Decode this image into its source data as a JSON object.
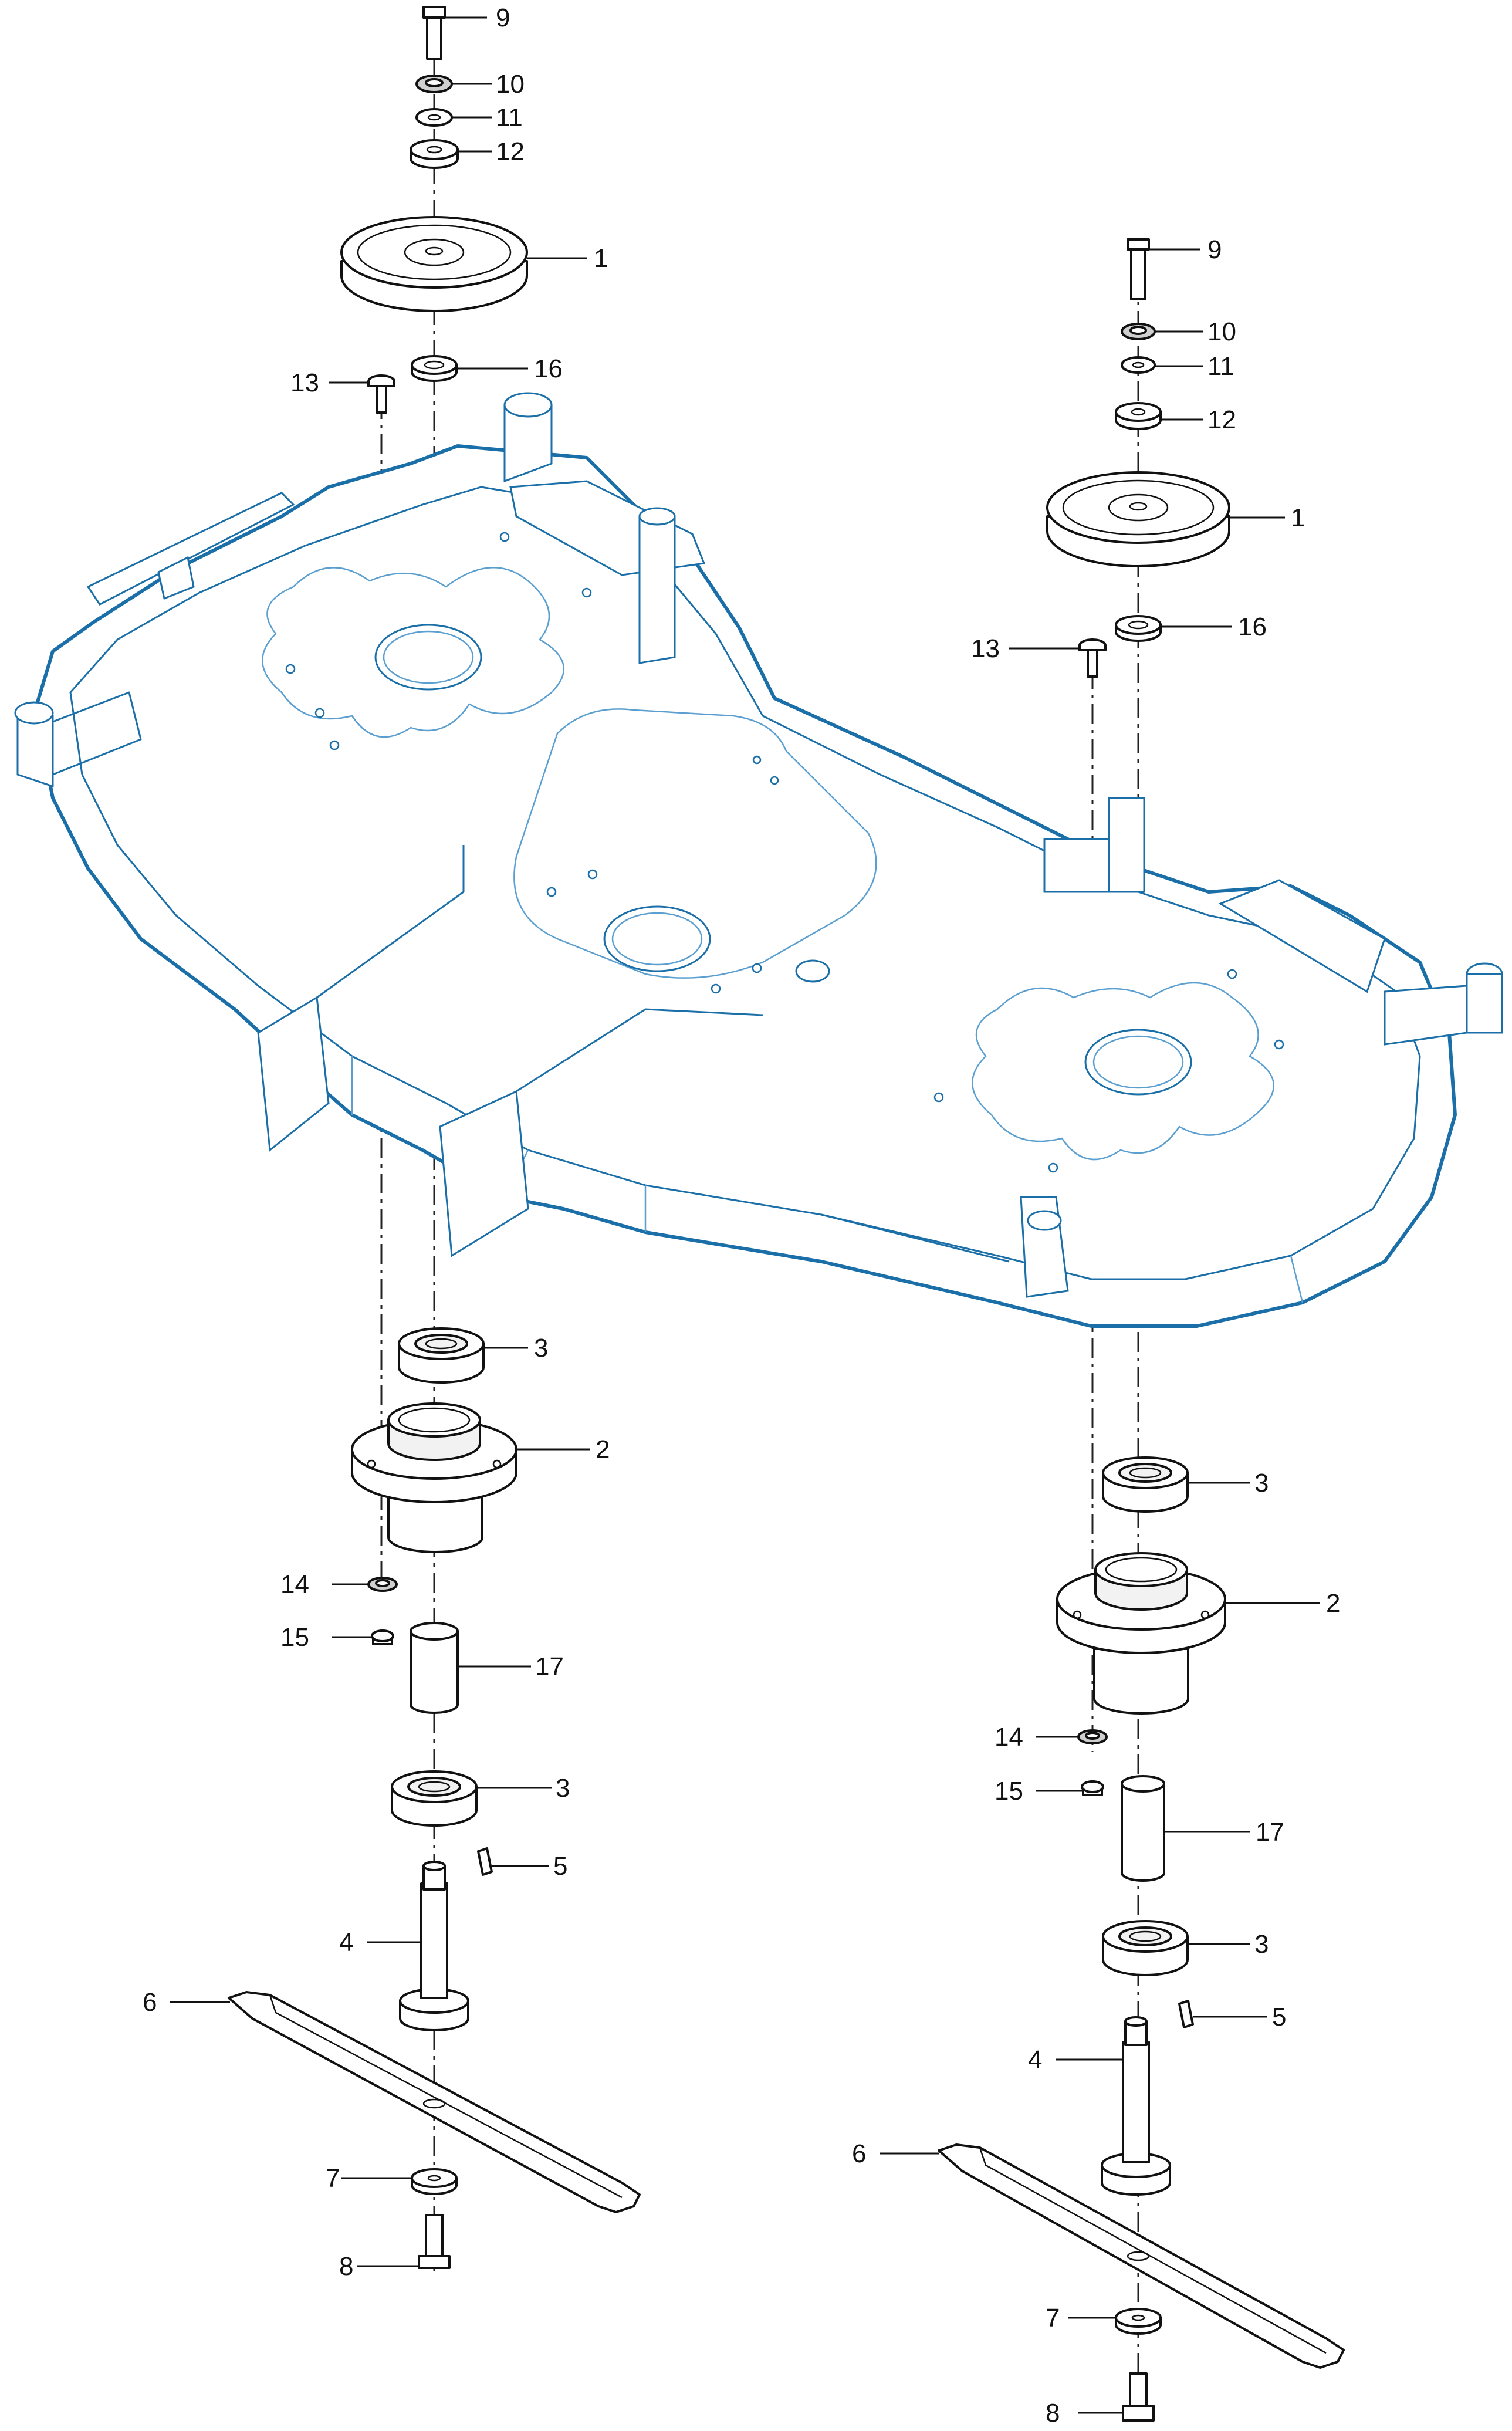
{
  "colors": {
    "deck": "#1b6fa8",
    "ink": "#111111",
    "background": "#ffffff"
  },
  "callouts": {
    "left": {
      "c9": "9",
      "c10": "10",
      "c11": "11",
      "c12": "12",
      "c1": "1",
      "c16": "16",
      "c13": "13",
      "c3a": "3",
      "c2": "2",
      "c14": "14",
      "c15": "15",
      "c17": "17",
      "c3b": "3",
      "c5": "5",
      "c4": "4",
      "c6": "6",
      "c7": "7",
      "c8": "8"
    },
    "right": {
      "c9": "9",
      "c10": "10",
      "c11": "11",
      "c12": "12",
      "c1": "1",
      "c16": "16",
      "c13": "13",
      "c3a": "3",
      "c2": "2",
      "c14": "14",
      "c15": "15",
      "c17": "17",
      "c3b": "3",
      "c5": "5",
      "c4": "4",
      "c6": "6",
      "c7": "7",
      "c8": "8"
    }
  }
}
